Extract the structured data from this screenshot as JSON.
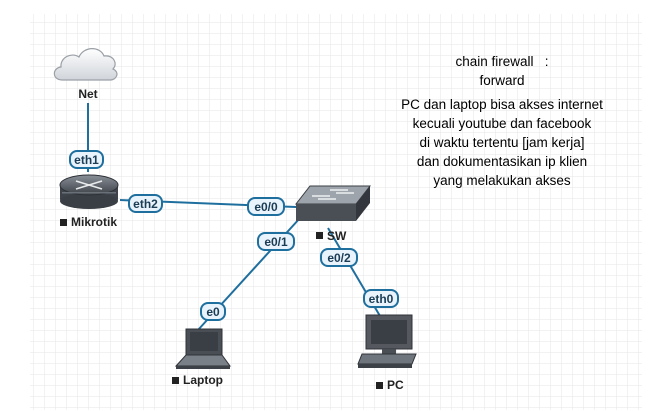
{
  "nodes": {
    "net": {
      "label": "Net",
      "icon": "cloud-icon"
    },
    "mikrotik": {
      "label": "Mikrotik",
      "icon": "router-icon"
    },
    "sw": {
      "label": "SW",
      "icon": "switch-icon"
    },
    "laptop": {
      "label": "Laptop",
      "icon": "laptop-icon"
    },
    "pc": {
      "label": "PC",
      "icon": "pc-icon"
    }
  },
  "links": [
    {
      "from": "net",
      "to": "mikrotik",
      "iface_a": "",
      "iface_b": "eth1"
    },
    {
      "from": "mikrotik",
      "to": "sw",
      "iface_a": "eth2",
      "iface_b": "e0/0"
    },
    {
      "from": "sw",
      "to": "laptop",
      "iface_a": "e0/1",
      "iface_b": "e0"
    },
    {
      "from": "sw",
      "to": "pc",
      "iface_a": "e0/2",
      "iface_b": "eth0"
    }
  ],
  "interfaces": {
    "eth1": "eth1",
    "eth2": "eth2",
    "e0_0": "e0/0",
    "e0_1": "e0/1",
    "e0": "e0",
    "e0_2": "e0/2",
    "eth0": "eth0"
  },
  "note": {
    "title_line1": "chain firewall   :",
    "title_line2": "forward",
    "lines": [
      "PC  dan laptop bisa akses internet",
      "kecuali youtube dan facebook",
      "di waktu tertentu [jam kerja]",
      "dan dokumentasikan ip klien",
      "yang melakukan akses"
    ]
  },
  "colors": {
    "link": "#1f6f9e",
    "badge_border": "#1f6f9e",
    "badge_fill": "#e9f3fb",
    "grid": "#e6e6e6",
    "node_marker": "#222222"
  }
}
